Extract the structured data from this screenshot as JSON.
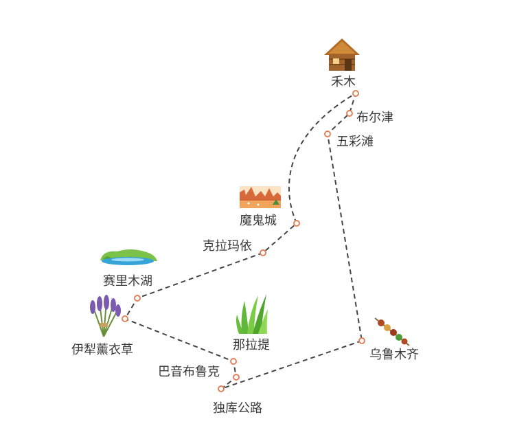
{
  "map": {
    "places": [
      {
        "id": "hemu",
        "name": "禾木"
      },
      {
        "id": "buerjin",
        "name": "布尔津"
      },
      {
        "id": "wucaitan",
        "name": "五彩滩"
      },
      {
        "id": "moguicheng",
        "name": "魔鬼城"
      },
      {
        "id": "kelamayi",
        "name": "克拉玛依"
      },
      {
        "id": "sailimuhu",
        "name": "赛里木湖"
      },
      {
        "id": "yili",
        "name": "伊犁薰衣草"
      },
      {
        "id": "nalati",
        "name": "那拉提"
      },
      {
        "id": "bayinbuluke",
        "name": "巴音布鲁克"
      },
      {
        "id": "duku",
        "name": "独库公路"
      },
      {
        "id": "wulumuqi",
        "name": "乌鲁木齐"
      }
    ],
    "route_order": [
      "wulumuqi",
      "duku",
      "bayinbuluke",
      "yili",
      "sailimuhu",
      "kelamayi",
      "moguicheng",
      "hemu",
      "buerjin",
      "wucaitan",
      "wulumuqi"
    ],
    "icons": [
      {
        "place": "hemu",
        "icon": "wooden-hut-icon"
      },
      {
        "place": "moguicheng",
        "icon": "desert-canyon-icon"
      },
      {
        "place": "sailimuhu",
        "icon": "lake-icon"
      },
      {
        "place": "yili",
        "icon": "lavender-icon"
      },
      {
        "place": "nalati",
        "icon": "grass-icon"
      },
      {
        "place": "wulumuqi",
        "icon": "kebab-skewer-icon"
      }
    ],
    "colors": {
      "route_line": "#444444",
      "marker_stroke": "#e0825a",
      "label_text": "#3a3a3a"
    }
  }
}
